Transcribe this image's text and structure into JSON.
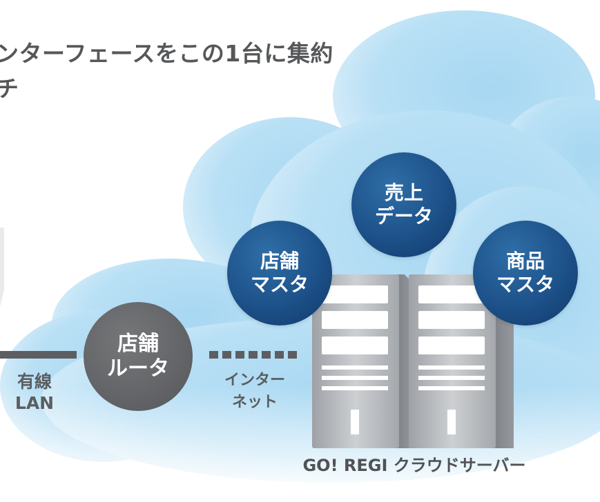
{
  "headline": {
    "line1": "ンターフェースをこの1台に集約",
    "line2": "チ"
  },
  "bubbles": {
    "sales_data": {
      "line1": "売上",
      "line2": "データ"
    },
    "store_master": {
      "line1": "店舗",
      "line2": "マスタ"
    },
    "product_master": {
      "line1": "商品",
      "line2": "マスタ"
    },
    "store_router": {
      "line1": "店舗",
      "line2": "ルータ"
    }
  },
  "connections": {
    "wired_lan": {
      "line1": "有線",
      "line2": "LAN"
    },
    "internet": {
      "line1": "インター",
      "line2": "ネット"
    }
  },
  "server": {
    "caption": "GO! REGI クラウドサーバー",
    "unit_count": 2
  },
  "colors": {
    "cloud": "#aad9f3",
    "node_blue": "#1d5189",
    "node_gray": "#626467",
    "text_gray": "#555759",
    "server_silver": "#b7b9bc"
  }
}
